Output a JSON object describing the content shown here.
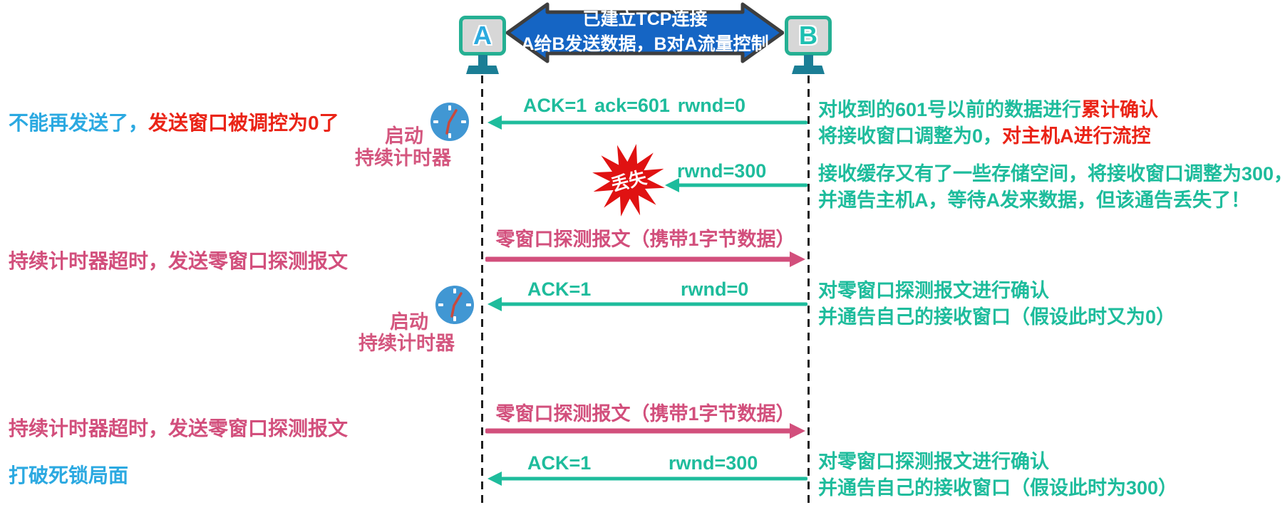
{
  "banner": {
    "line1": "已建立TCP连接",
    "line2": "A给B发送数据，B对A流量控制"
  },
  "hosts": {
    "a": "A",
    "b": "B"
  },
  "timer1": {
    "line1": "启动",
    "line2": "持续计时器"
  },
  "timer2": {
    "line1": "启动",
    "line2": "持续计时器"
  },
  "left_notes": {
    "note1_blue": "不能再发送了，",
    "note1_red": "发送窗口被调控为0了",
    "note2": "持续计时器超时，发送零窗口探测报文",
    "note3": "持续计时器超时，发送零窗口探测报文",
    "note4": "打破死锁局面"
  },
  "messages": {
    "m1_ack": "ACK=1",
    "m1_acknum": "ack=601",
    "m1_rwnd": "rwnd=0",
    "m2_rwnd": "rwnd=300",
    "m2_lost": "丢失",
    "m3_label": "零窗口探测报文（携带1字节数据）",
    "m4_ack": "ACK=1",
    "m4_rwnd": "rwnd=0",
    "m5_label": "零窗口探测报文（携带1字节数据）",
    "m6_ack": "ACK=1",
    "m6_rwnd": "rwnd=300"
  },
  "right_notes": {
    "r1_line1_teal": "对收到的601号以前的数据进行",
    "r1_line1_red": "累计确认",
    "r1_line2_teal": "将接收窗口调整为0，",
    "r1_line2_red": "对主机A进行流控",
    "r2_line1": "接收缓存又有了一些存储空间，将接收窗口调整为300，",
    "r2_line2": "并通告主机A，等待A发来数据，但该通告丢失了！",
    "r3_line1": "对零窗口探测报文进行确认",
    "r3_line2": "并通告自己的接收窗口（假设此时又为0）",
    "r4_line1": "对零窗口探测报文进行确认",
    "r4_line2": "并通告自己的接收窗口（假设此时为300）"
  },
  "colors": {
    "teal": "#1ebc9c",
    "pink": "#d24f7c",
    "red": "#ea2417",
    "light_blue": "#2ba9e1",
    "banner_blue": "#1565c4",
    "clock_blue": "#4197d3",
    "monitor_teal": "#25b093",
    "stand_teal": "#1b7e95",
    "lost_red": "#e01212"
  }
}
